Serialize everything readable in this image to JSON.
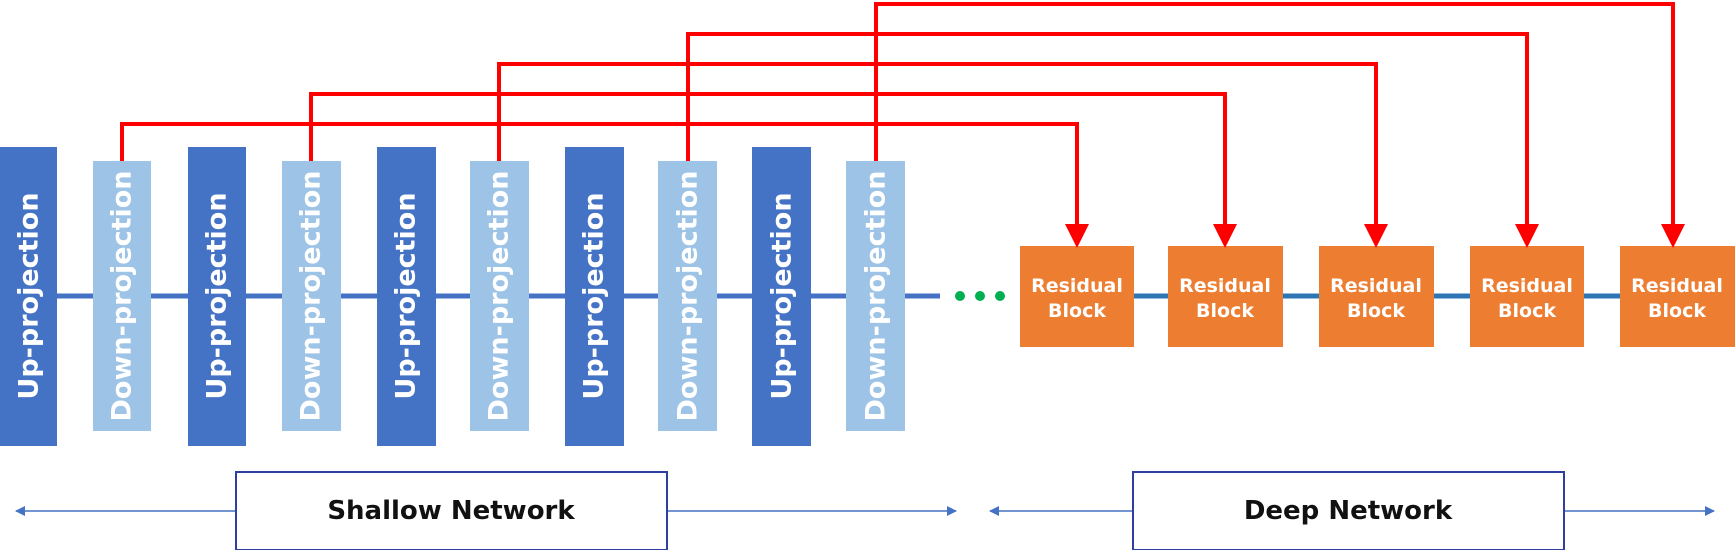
{
  "projection_blocks": [
    {
      "label": "Up-projection",
      "kind": "up"
    },
    {
      "label": "Down-projection",
      "kind": "down"
    },
    {
      "label": "Up-projection",
      "kind": "up"
    },
    {
      "label": "Down-projection",
      "kind": "down"
    },
    {
      "label": "Up-projection",
      "kind": "up"
    },
    {
      "label": "Down-projection",
      "kind": "down"
    },
    {
      "label": "Up-projection",
      "kind": "up"
    },
    {
      "label": "Down-projection",
      "kind": "down"
    },
    {
      "label": "Up-projection",
      "kind": "up"
    },
    {
      "label": "Down-projection",
      "kind": "down"
    }
  ],
  "residual_blocks": [
    {
      "line1": "Residual",
      "line2": "Block"
    },
    {
      "line1": "Residual",
      "line2": "Block"
    },
    {
      "line1": "Residual",
      "line2": "Block"
    },
    {
      "line1": "Residual",
      "line2": "Block"
    },
    {
      "line1": "Residual",
      "line2": "Block"
    }
  ],
  "skip_connections": [
    {
      "from_projection": 1,
      "to_residual": 0
    },
    {
      "from_projection": 3,
      "to_residual": 1
    },
    {
      "from_projection": 5,
      "to_residual": 2
    },
    {
      "from_projection": 7,
      "to_residual": 3
    },
    {
      "from_projection": 9,
      "to_residual": 4
    }
  ],
  "sections": {
    "shallow": {
      "label": "Shallow Network"
    },
    "deep": {
      "label": "Deep Network"
    }
  },
  "colors": {
    "up_block": "#4472c4",
    "down_block": "#9dc3e6",
    "residual_block": "#ed7d31",
    "skip_arrow": "#ff0000",
    "main_line": "#4472c4",
    "deep_line": "#2e75b6",
    "ellipsis_dots": "#00b050",
    "section_box_border": "#2f3f9f",
    "section_arrow": "#4472c4"
  }
}
